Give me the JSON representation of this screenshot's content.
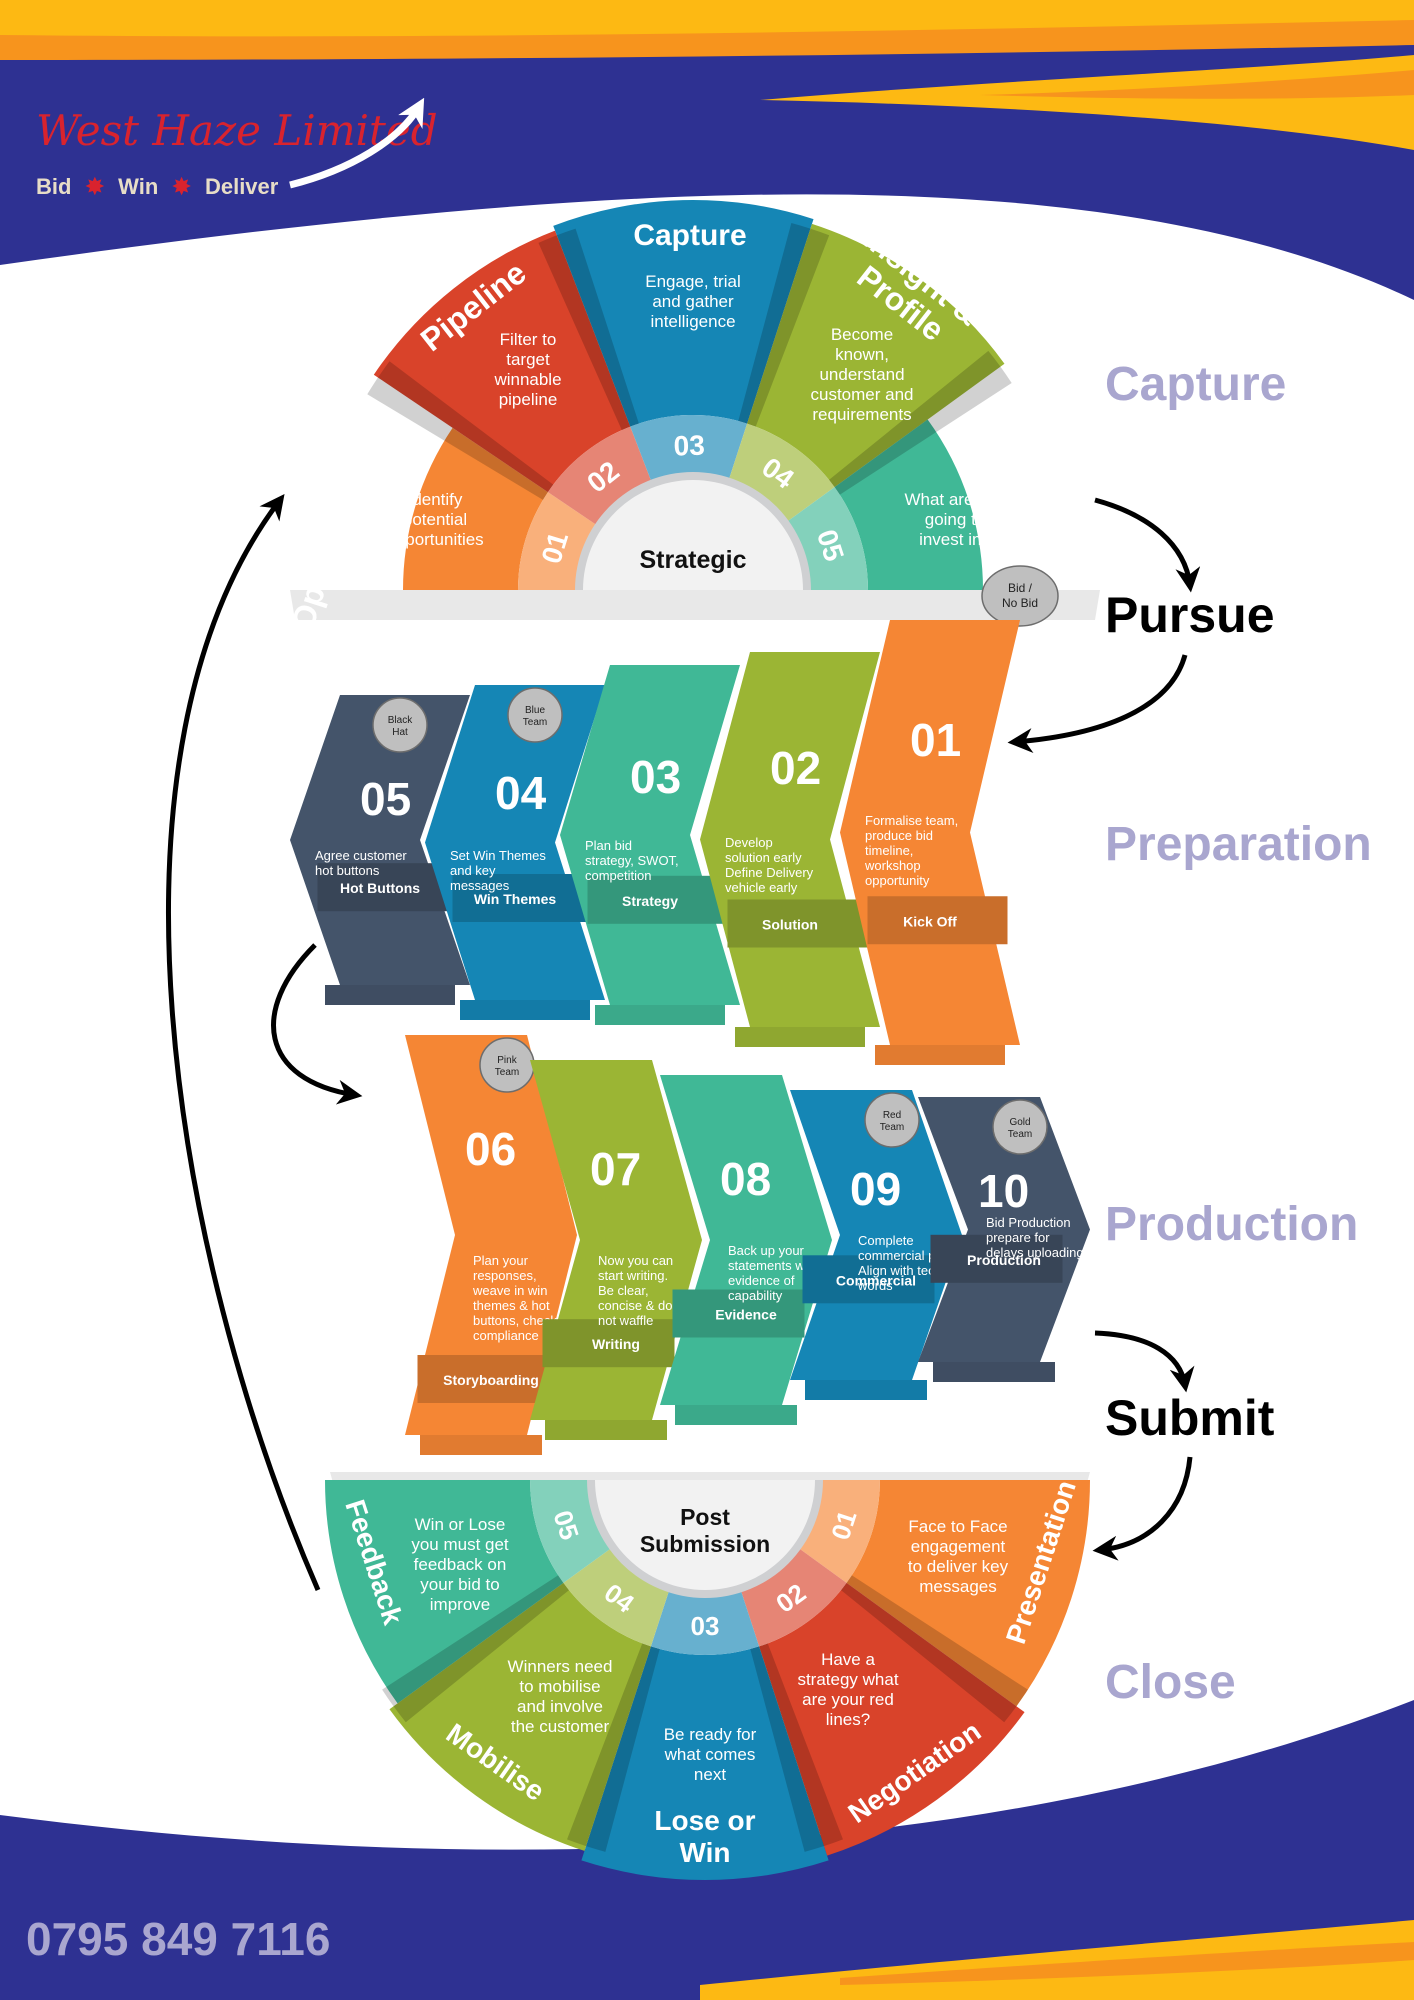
{
  "brand": {
    "logo_text": "West Haze Limited",
    "tagline": [
      "Bid",
      "Win",
      "Deliver"
    ],
    "colors": {
      "navy": "#2E3192",
      "orange": "#F7941D",
      "yellow": "#FDB913",
      "lavender": "#A9A6CF"
    }
  },
  "phase_labels": {
    "capture": "Capture",
    "preparation": "Preparation",
    "production": "Production",
    "close": "Close"
  },
  "arrow_labels": {
    "pursue": "Pursue",
    "submit": "Submit"
  },
  "phone": "0795 849 7116",
  "capture": {
    "center": "Strategic",
    "segments": [
      {
        "num": "01",
        "title": "Opportunity",
        "text": [
          "Identify",
          "potential",
          "opportunities"
        ],
        "color": "#F58634"
      },
      {
        "num": "02",
        "title": "Pipeline",
        "text": [
          "Filter to",
          "target",
          "winnable",
          "pipeline"
        ],
        "color": "#D9432A"
      },
      {
        "num": "03",
        "title": "Capture",
        "text": [
          "Engage, trial",
          "and gather",
          "intelligence"
        ],
        "color": "#1586B5"
      },
      {
        "num": "04",
        "title_lines": [
          "Insight &",
          "Profile"
        ],
        "text": [
          "Become",
          "known,",
          "understand",
          "customer and",
          "requirements"
        ],
        "color": "#9BB534"
      },
      {
        "num": "05",
        "title": "Qualify",
        "text": [
          "What are you",
          "going to",
          "invest in?"
        ],
        "color": "#40B896"
      }
    ],
    "badge": [
      "Bid /",
      "No Bid"
    ]
  },
  "preparation": {
    "steps": [
      {
        "num": "05",
        "text": [
          "Agree customer",
          "hot buttons"
        ],
        "label": "Hot Buttons",
        "color": "#44546A",
        "badge": [
          "Black",
          "Hat"
        ]
      },
      {
        "num": "04",
        "text": [
          "Set Win Themes",
          "and key",
          "messages"
        ],
        "label": "Win Themes",
        "color": "#1586B5",
        "badge": [
          "Blue",
          "Team"
        ]
      },
      {
        "num": "03",
        "text": [
          "Plan bid",
          "strategy, SWOT,",
          "competition"
        ],
        "label": "Strategy",
        "color": "#40B896"
      },
      {
        "num": "02",
        "text": [
          "Develop",
          "solution early",
          "Define Delivery",
          "vehicle early"
        ],
        "label": "Solution",
        "color": "#9BB534"
      },
      {
        "num": "01",
        "text": [
          "Formalise team,",
          "produce bid",
          "timeline,",
          "workshop",
          "opportunity"
        ],
        "label": "Kick Off",
        "color": "#F58634"
      }
    ]
  },
  "production": {
    "steps": [
      {
        "num": "06",
        "text": [
          "Plan your",
          "responses,",
          "weave in win",
          "themes & hot",
          "buttons, check",
          "compliance"
        ],
        "label": "Storyboarding",
        "color": "#F58634",
        "badge": [
          "Pink",
          "Team"
        ]
      },
      {
        "num": "07",
        "text": [
          "Now you can",
          "start writing.",
          "Be clear,",
          "concise & do",
          "not waffle"
        ],
        "label": "Writing",
        "color": "#9BB534"
      },
      {
        "num": "08",
        "text": [
          "Back up your",
          "statements with",
          "evidence of",
          "capability"
        ],
        "label": "Evidence",
        "color": "#40B896"
      },
      {
        "num": "09",
        "text": [
          "Complete",
          "commercial proposal",
          "Align with technical",
          "words"
        ],
        "label": "Commercial",
        "color": "#1586B5",
        "badge": [
          "Red",
          "Team"
        ]
      },
      {
        "num": "10",
        "text": [
          "Bid Production",
          "prepare for",
          "delays uploading"
        ],
        "label": "Production",
        "color": "#44546A",
        "badge": [
          "Gold",
          "Team"
        ]
      }
    ]
  },
  "close": {
    "center": [
      "Post",
      "Submission"
    ],
    "segments": [
      {
        "num": "01",
        "title": "Presentation",
        "text": [
          "Face to Face",
          "engagement",
          "to deliver key",
          "messages"
        ],
        "color": "#F58634"
      },
      {
        "num": "02",
        "title": "Negotiation",
        "text": [
          "Have a",
          "strategy what",
          "are your red",
          "lines?"
        ],
        "color": "#D9432A"
      },
      {
        "num": "03",
        "title_lines": [
          "Lose or",
          "Win"
        ],
        "text": [
          "Be ready for",
          "what comes",
          "next"
        ],
        "color": "#1586B5"
      },
      {
        "num": "04",
        "title": "Mobilise",
        "text": [
          "Winners need",
          "to mobilise",
          "and involve",
          "the customer"
        ],
        "color": "#9BB534"
      },
      {
        "num": "05",
        "title": "Feedback",
        "text": [
          "Win or Lose",
          "you must get",
          "feedback on",
          "your bid to",
          "improve"
        ],
        "color": "#40B896"
      }
    ]
  }
}
